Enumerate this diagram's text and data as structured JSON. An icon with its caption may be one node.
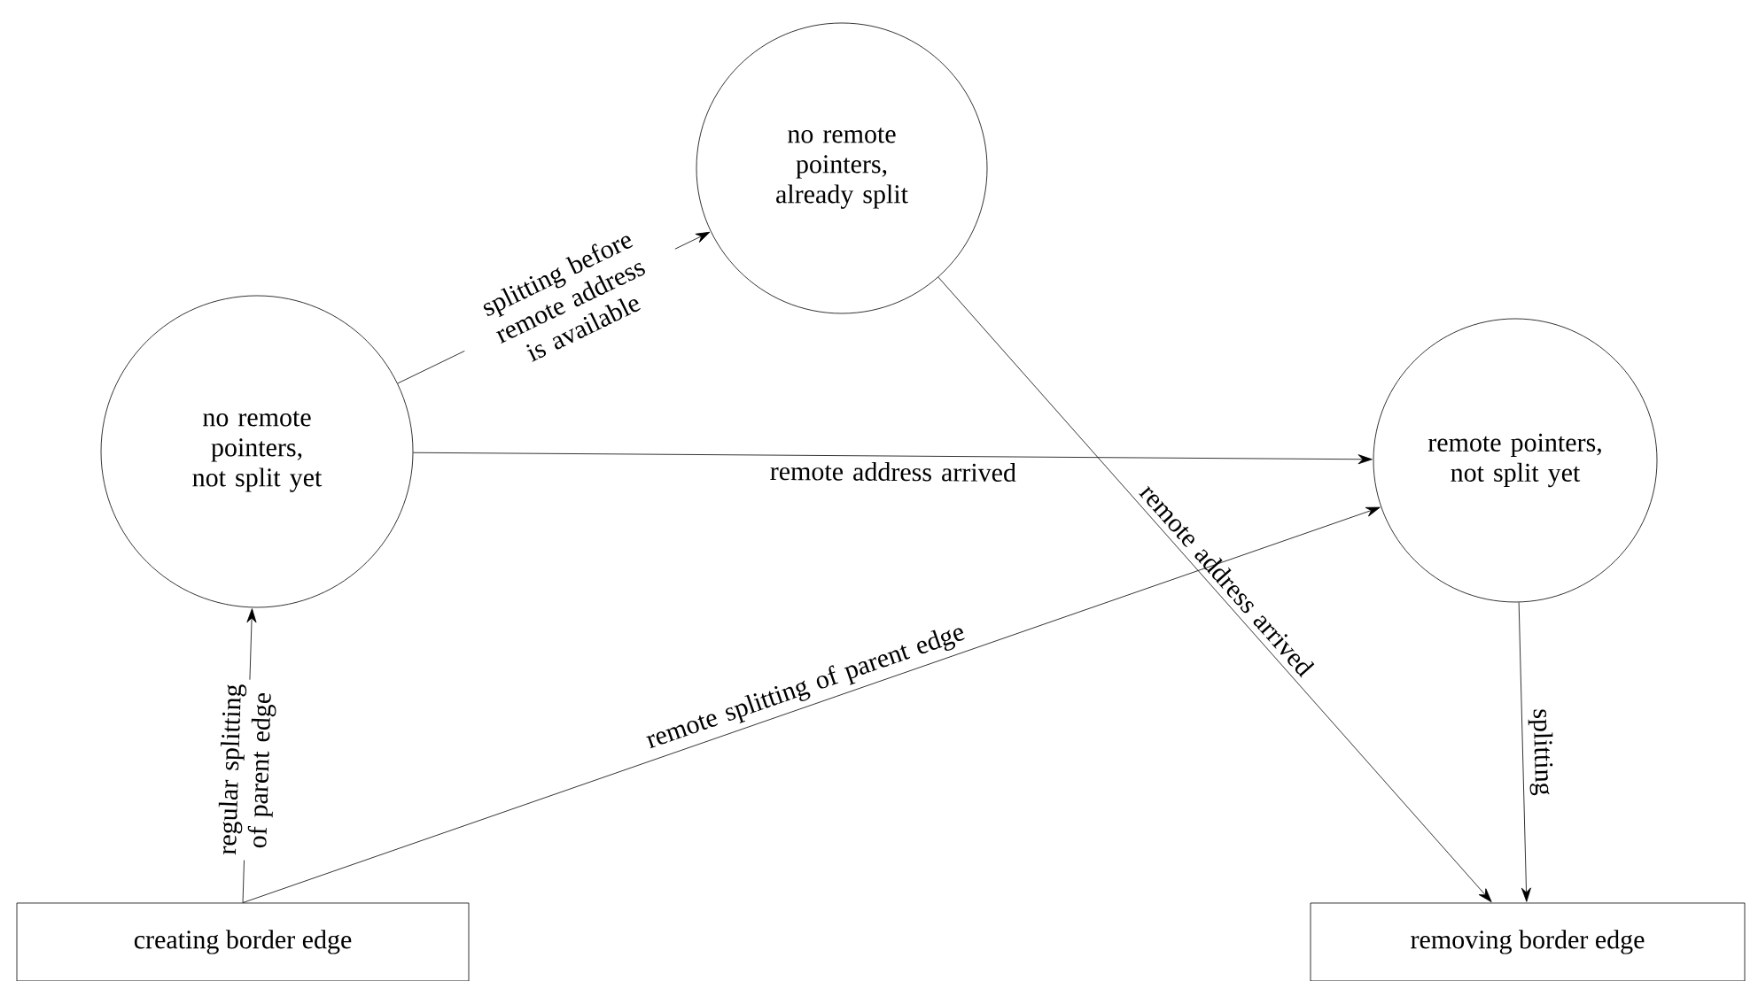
{
  "diagram": {
    "nodes": [
      {
        "text": [
          "no remote pointers, not split yet"
        ]
      },
      {
        "text": [
          "no remote pointers, already split"
        ]
      },
      {
        "text": [
          "remote pointers, not split yet"
        ]
      },
      {
        "text": [
          "creating border edge"
        ]
      },
      {
        "text": [
          "removing border edge"
        ]
      }
    ],
    "edges": [
      {
        "from": 0,
        "to": 1,
        "arrow": "to",
        "label": "splitting before remote address is available"
      },
      {
        "from": 0,
        "to": 2,
        "arrow": "to",
        "label": "remote address arrived"
      },
      {
        "from": 3,
        "to": 0,
        "arrow": "to",
        "label": "regular splitting of parent edge"
      },
      {
        "from": 3,
        "to": 2,
        "arrow": "to",
        "label": "remote splitting of parent edge"
      },
      {
        "from": 1,
        "to": 4,
        "arrow": "to",
        "label": "remote address arrived"
      },
      {
        "from": 2,
        "to": 4,
        "arrow": "to",
        "label": "splitting"
      }
    ]
  }
}
